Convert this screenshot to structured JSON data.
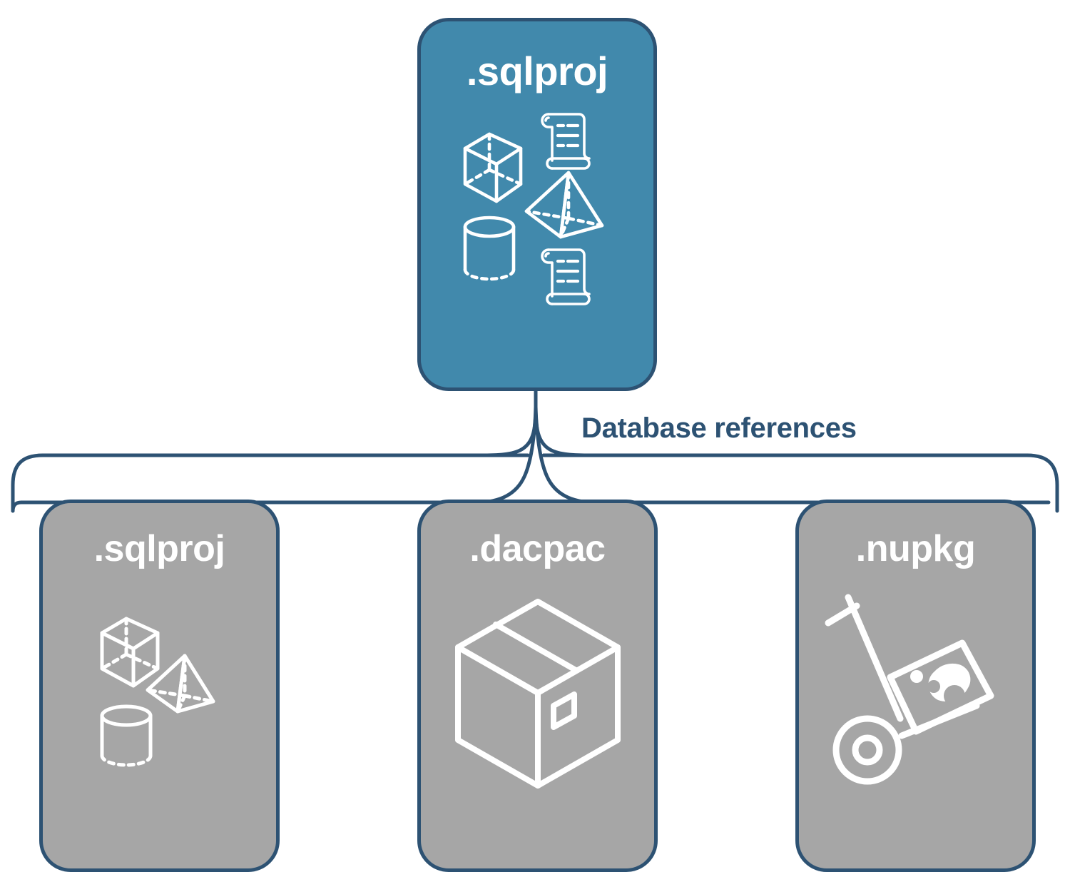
{
  "diagram": {
    "title_text_color": "#2d5273",
    "accent_color": "#4189ac",
    "neutral_color": "#a6a6a6",
    "border_color": "#2d5273",
    "icon_color": "#ffffff",
    "background_color": "#ffffff"
  },
  "root_node": {
    "label": ".sqlproj",
    "fill": "#4189ac",
    "icons": [
      "cube-icon",
      "script-scroll-icon",
      "pyramid-icon",
      "cylinder-icon",
      "script-scroll-icon"
    ]
  },
  "connector": {
    "label": "Database references",
    "style": "curly-brace-bracket",
    "color": "#2d5273"
  },
  "child_nodes": [
    {
      "label": ".sqlproj",
      "fill": "#a6a6a6",
      "icons": [
        "cube-icon",
        "pyramid-icon",
        "cylinder-icon"
      ]
    },
    {
      "label": ".dacpac",
      "fill": "#a6a6a6",
      "icons": [
        "package-box-icon"
      ]
    },
    {
      "label": ".nupkg",
      "fill": "#a6a6a6",
      "icons": [
        "hand-truck-package-icon"
      ]
    }
  ]
}
